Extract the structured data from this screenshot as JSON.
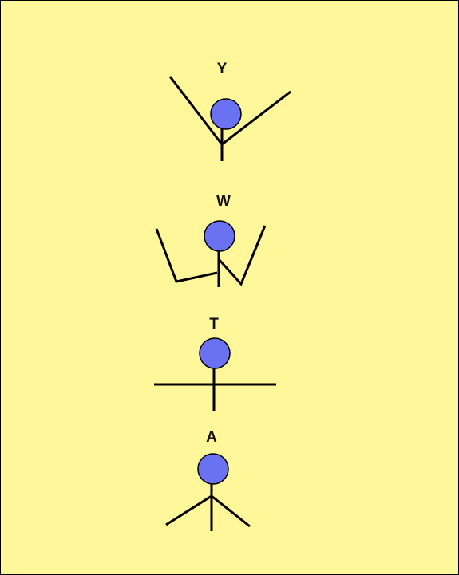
{
  "colors": {
    "background": "#fff799",
    "head_fill": "#6b72f2",
    "stroke": "#000000"
  },
  "figures": [
    {
      "letter": "Y",
      "pose": "arms-raised-diagonal"
    },
    {
      "letter": "W",
      "pose": "arms-bent-up"
    },
    {
      "letter": "T",
      "pose": "arms-horizontal"
    },
    {
      "letter": "A",
      "pose": "arms-down-diagonal"
    }
  ]
}
